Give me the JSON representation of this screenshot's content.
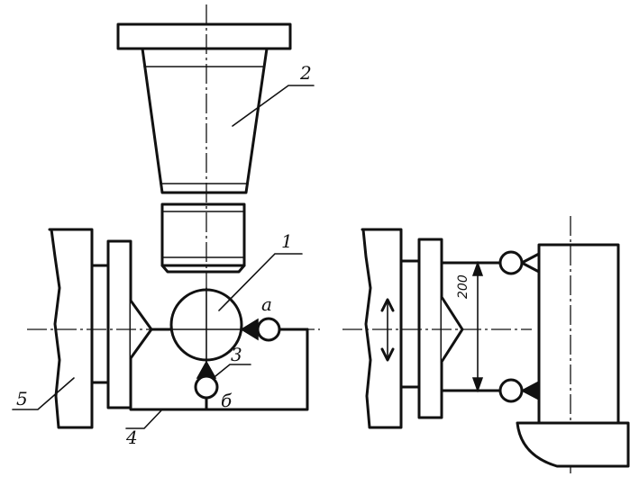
{
  "labels": {
    "workpiece": "1",
    "spindle": "2",
    "indicator_b": "3",
    "base": "4",
    "column": "5"
  },
  "points": {
    "a": "a",
    "b": "б"
  },
  "dimension": {
    "value": "200"
  }
}
